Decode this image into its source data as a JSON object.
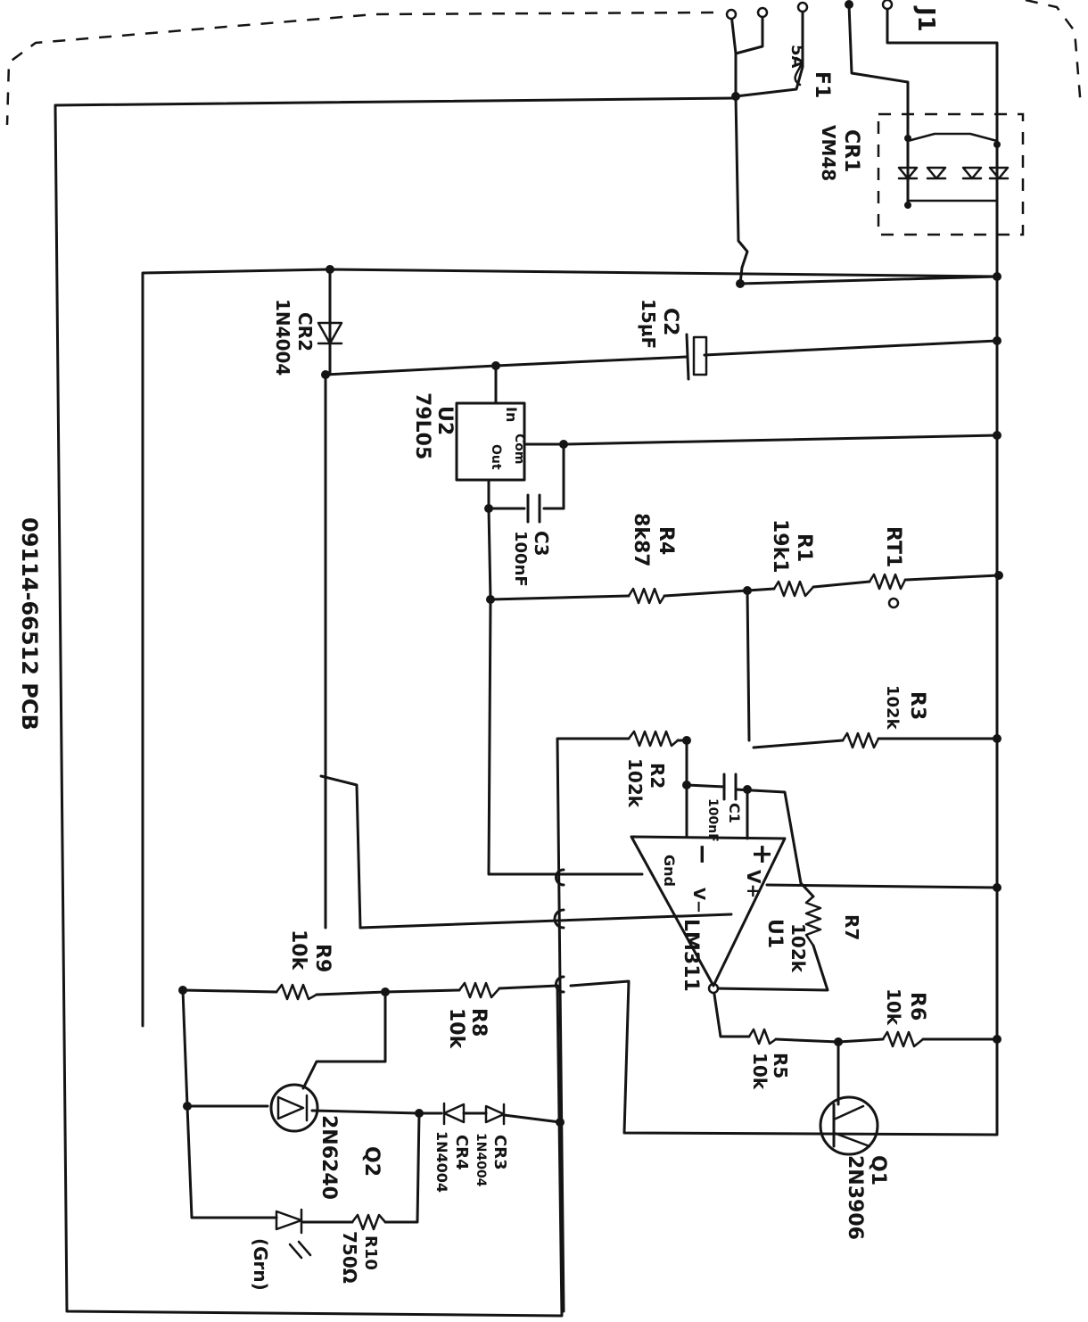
{
  "board_label": "09114-66512 PCB",
  "connector": {
    "name": "J1"
  },
  "components": {
    "F1": {
      "ref": "F1",
      "value": "5A"
    },
    "CR1": {
      "ref": "CR1",
      "value": "VM48"
    },
    "CR2": {
      "ref": "CR2",
      "value": "1N4004"
    },
    "C2": {
      "ref": "C2",
      "value": "15µF"
    },
    "U2": {
      "ref": "U2",
      "value": "79L05",
      "pin_in": "In",
      "pin_com": "Com",
      "pin_out": "Out"
    },
    "C3": {
      "ref": "C3",
      "value": "100nF"
    },
    "R4": {
      "ref": "R4",
      "value": "8k87"
    },
    "R1": {
      "ref": "R1",
      "value": "19k1"
    },
    "RT1": {
      "ref": "RT1",
      "value": ""
    },
    "R3": {
      "ref": "R3",
      "value": "102k"
    },
    "R2": {
      "ref": "R2",
      "value": "102k"
    },
    "C1": {
      "ref": "C1",
      "value": "100nF"
    },
    "U1": {
      "ref": "U1",
      "value": "LM311",
      "pin_plus": "+",
      "pin_minus": "−",
      "pin_vplus": "V+",
      "pin_vminus": "V−",
      "pin_gnd": "Gnd"
    },
    "R7": {
      "ref": "R7",
      "value": "102k"
    },
    "R6": {
      "ref": "R6",
      "value": "10k"
    },
    "R5": {
      "ref": "R5",
      "value": "10k"
    },
    "Q1": {
      "ref": "Q1",
      "value": "2N3906"
    },
    "R9": {
      "ref": "R9",
      "value": "10k"
    },
    "R8": {
      "ref": "R8",
      "value": "10k"
    },
    "Q2": {
      "ref": "Q2",
      "value": "2N6240"
    },
    "CR3": {
      "ref": "CR3",
      "value": "1N4004"
    },
    "CR4": {
      "ref": "CR4",
      "value": "1N4004"
    },
    "R10": {
      "ref": "R10",
      "value": "750Ω"
    },
    "LED": {
      "note": "(Grn)"
    }
  },
  "colors": {
    "ink": "#141414",
    "paper": "#ffffff"
  }
}
